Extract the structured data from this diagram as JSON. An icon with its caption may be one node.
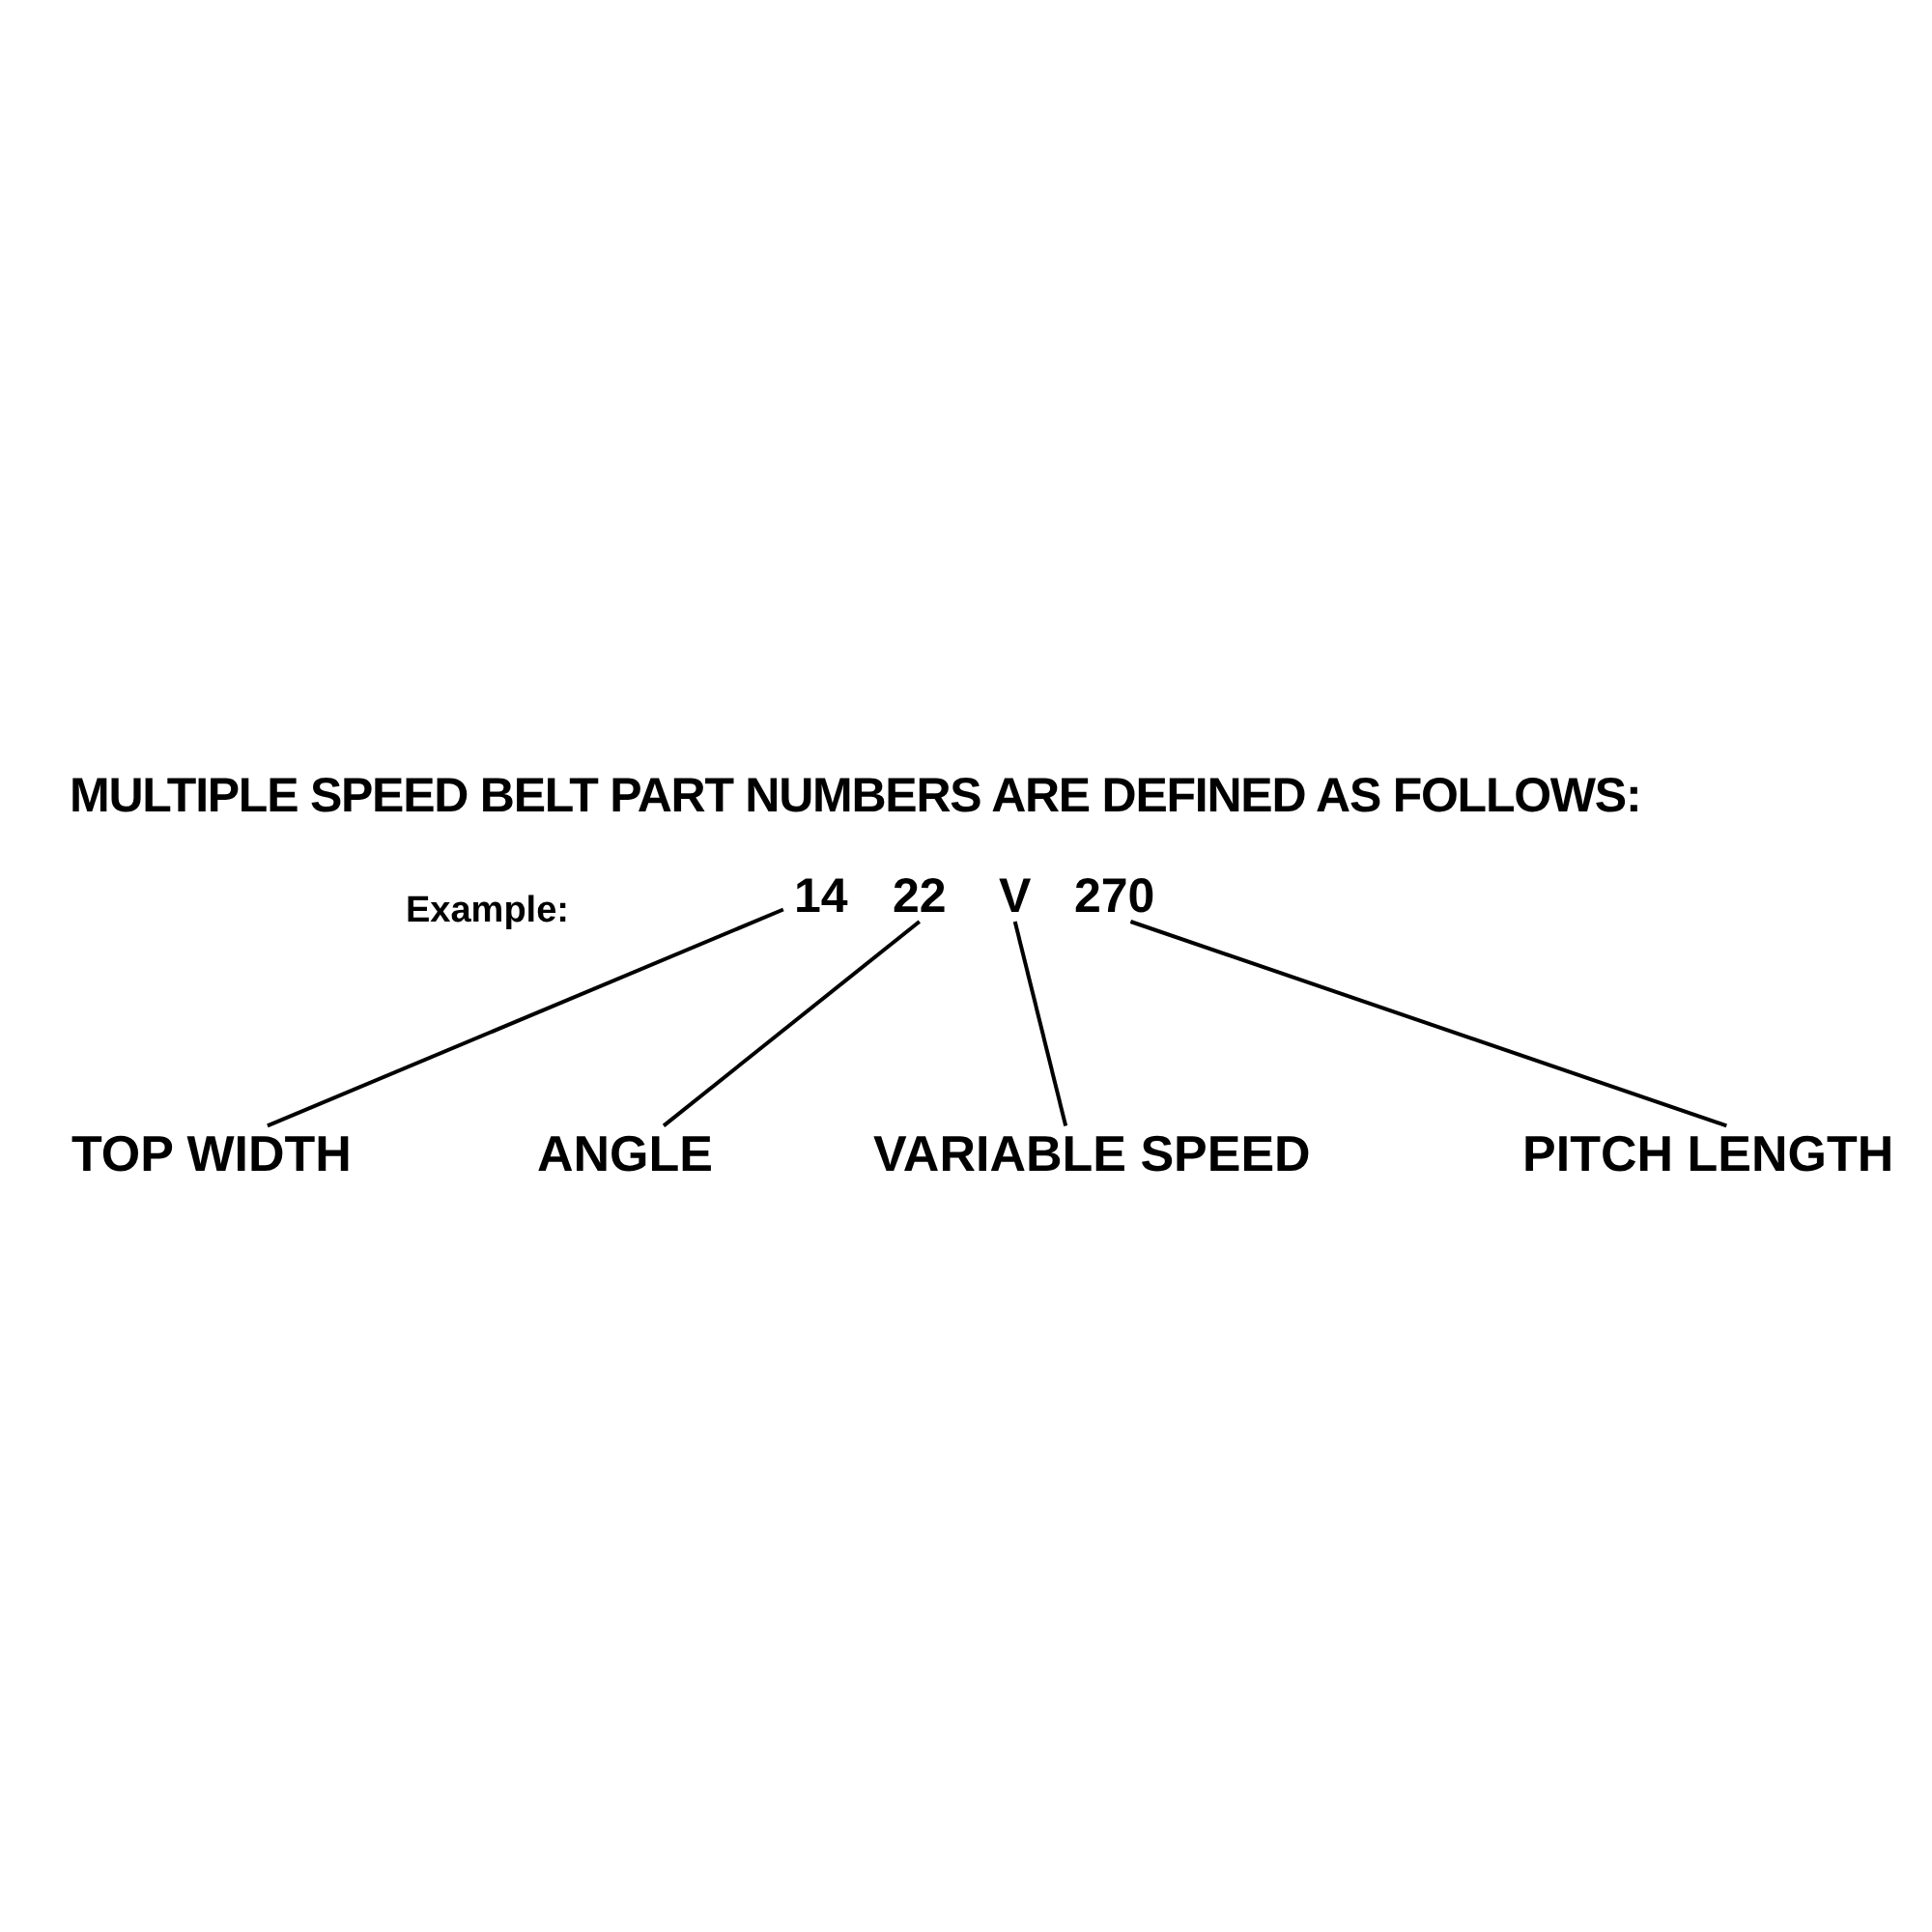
{
  "diagram": {
    "title": "MULTIPLE SPEED BELT PART NUMBERS ARE DEFINED AS FOLLOWS:",
    "nodes": [
      {
        "text": [
          "14"
        ]
      },
      {
        "text": [
          "22"
        ]
      },
      {
        "text": [
          "V"
        ]
      },
      {
        "text": [
          "270"
        ]
      },
      {
        "text": [
          "TOP WIDTH"
        ]
      },
      {
        "text": [
          "ANGLE"
        ]
      },
      {
        "text": [
          "VARIABLE SPEED"
        ]
      },
      {
        "text": [
          "PITCH LENGTH"
        ]
      }
    ],
    "edges": [
      {
        "from": 0,
        "to": 4,
        "arrow": "none"
      },
      {
        "from": 1,
        "to": 5,
        "arrow": "none"
      },
      {
        "from": 2,
        "to": 6,
        "arrow": "none"
      },
      {
        "from": 3,
        "to": 7,
        "arrow": "none"
      }
    ],
    "labels": [
      "Example:"
    ]
  }
}
